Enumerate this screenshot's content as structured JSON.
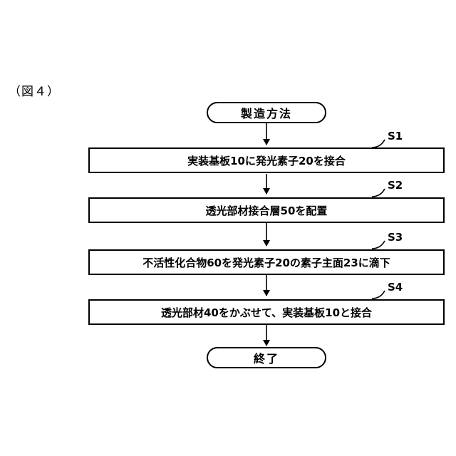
{
  "figure_label": "（図４）",
  "start": "製造方法",
  "steps": [
    {
      "id": "S1",
      "text": "実装基板10に発光素子20を接合"
    },
    {
      "id": "S2",
      "text": "透光部材接合層50を配置"
    },
    {
      "id": "S3",
      "text": "不活性化合物60を発光素子20の素子主面23に滴下"
    },
    {
      "id": "S4",
      "text": "透光部材40をかぶせて、実装基板10と接合"
    }
  ],
  "end": "終了"
}
